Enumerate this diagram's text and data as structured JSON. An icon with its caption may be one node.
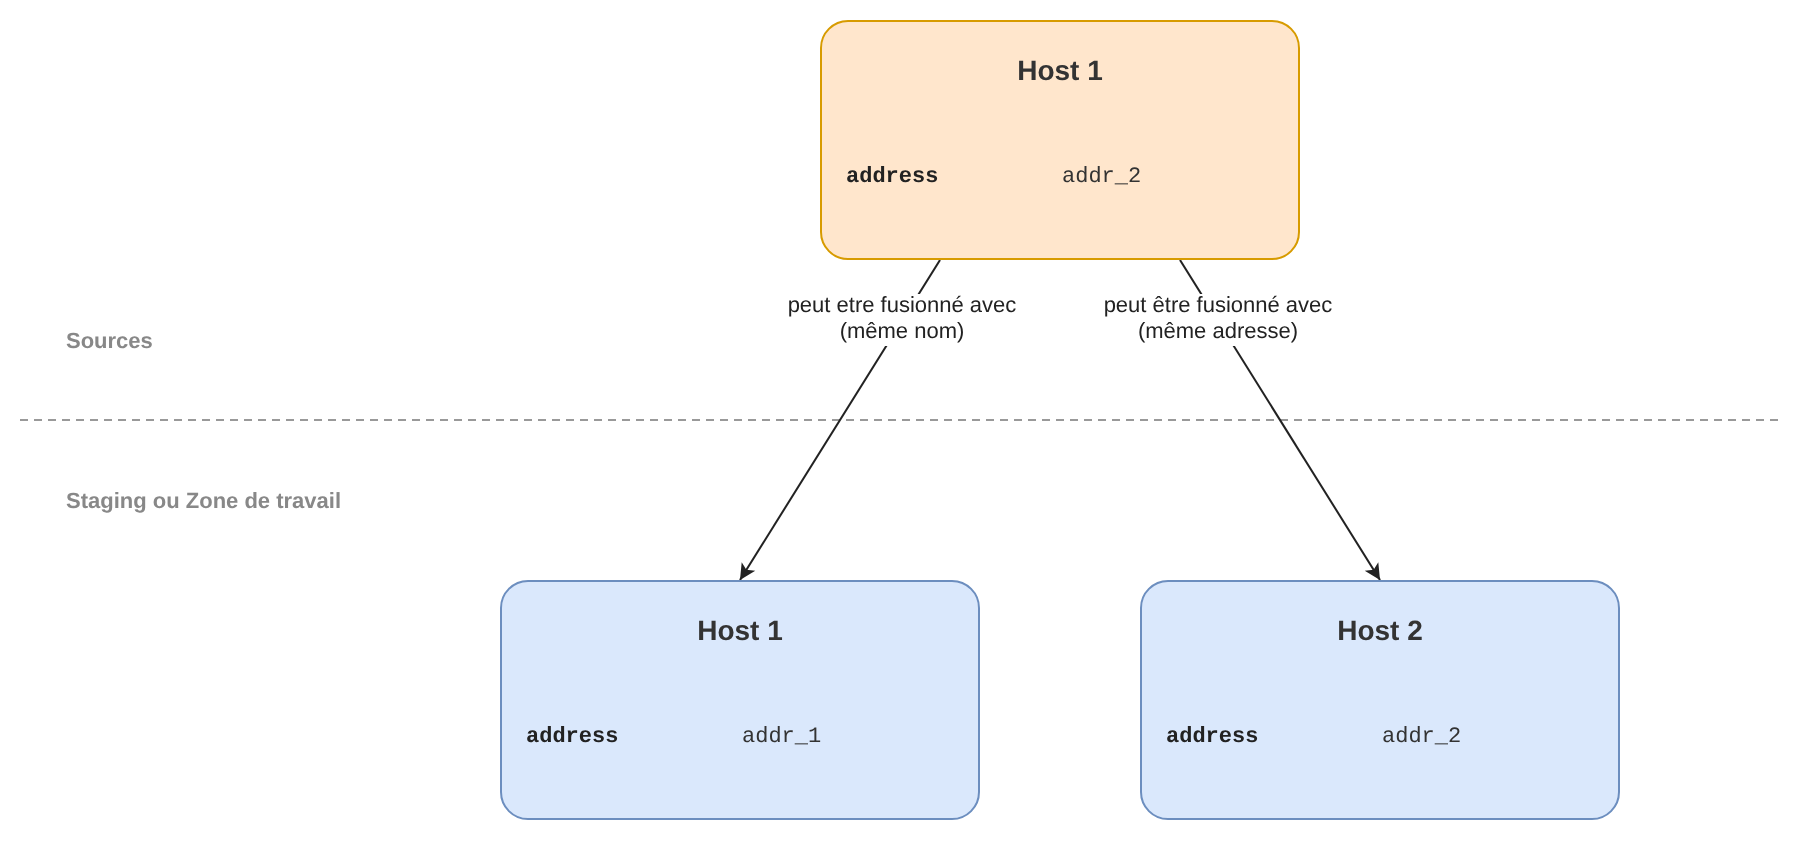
{
  "diagram": {
    "nodes": [
      {
        "text": [
          "Host 1",
          "address",
          "addr_2"
        ]
      },
      {
        "text": [
          "Host 1",
          "address",
          "addr_1"
        ]
      },
      {
        "text": [
          "Host 2",
          "address",
          "addr_2"
        ]
      }
    ],
    "edges": [
      {
        "from": 0,
        "to": 1,
        "arrow": "to",
        "label": "peut etre fusionné avec (même nom)"
      },
      {
        "from": 0,
        "to": 2,
        "arrow": "to",
        "label": "peut être fusionné avec (même adresse)"
      }
    ],
    "labels": [
      "Sources",
      "Staging ou Zone de travail"
    ]
  }
}
